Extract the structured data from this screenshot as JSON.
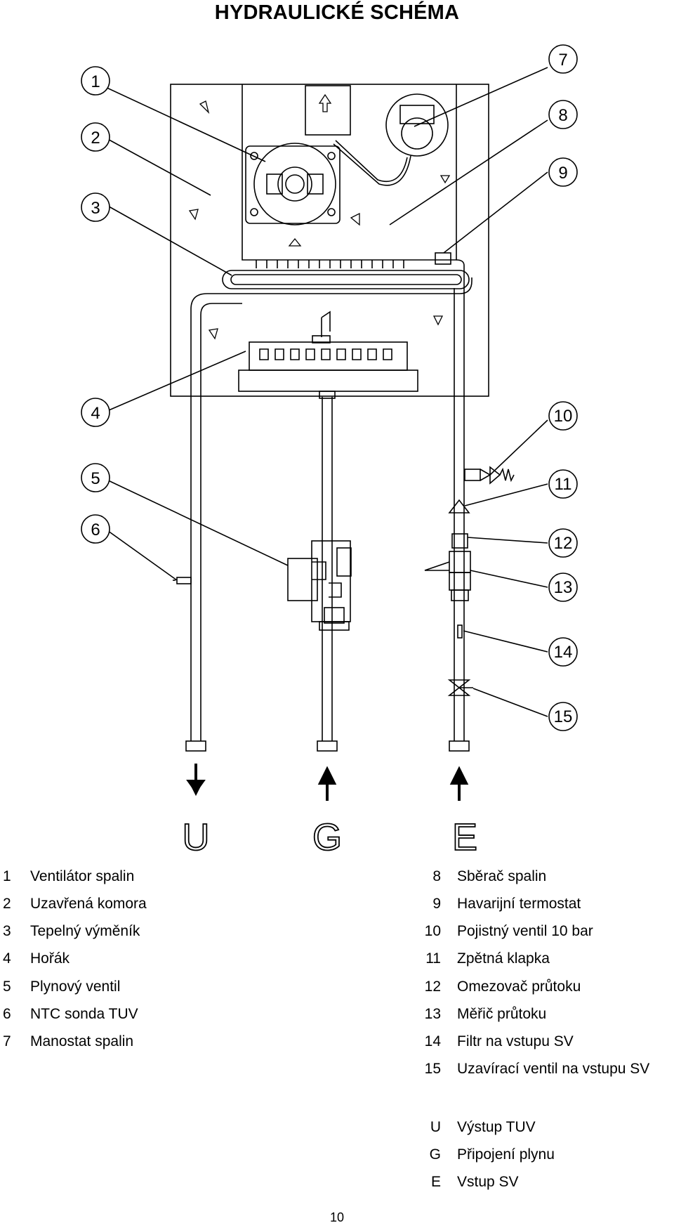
{
  "title": "HYDRAULICKÉ SCHÉMA",
  "callouts": [
    "1",
    "2",
    "3",
    "4",
    "5",
    "6",
    "7",
    "8",
    "9",
    "10",
    "11",
    "12",
    "13",
    "14",
    "15"
  ],
  "connections": [
    "U",
    "G",
    "E"
  ],
  "legend_left": [
    {
      "num": "1",
      "text": "Ventilátor spalin"
    },
    {
      "num": "2",
      "text": "Uzavřená komora"
    },
    {
      "num": "3",
      "text": "Tepelný výměník"
    },
    {
      "num": "4",
      "text": "Hořák"
    },
    {
      "num": "5",
      "text": "Plynový ventil"
    },
    {
      "num": "6",
      "text": "NTC sonda TUV"
    },
    {
      "num": "7",
      "text": "Manostat spalin"
    }
  ],
  "legend_right": [
    {
      "num": "8",
      "text": "Sběrač spalin"
    },
    {
      "num": "9",
      "text": "Havarijní termostat"
    },
    {
      "num": "10",
      "text": "Pojistný ventil 10 bar"
    },
    {
      "num": "11",
      "text": "Zpětná klapka"
    },
    {
      "num": "12",
      "text": "Omezovač průtoku"
    },
    {
      "num": "13",
      "text": "Měřič průtoku"
    },
    {
      "num": "14",
      "text": "Filtr na vstupu SV"
    },
    {
      "num": "15",
      "text": "Uzavírací ventil na vstupu SV"
    }
  ],
  "legend_connections": [
    {
      "num": "U",
      "text": "Výstup TUV"
    },
    {
      "num": "G",
      "text": "Připojení plynu"
    },
    {
      "num": "E",
      "text": "Vstup SV"
    }
  ],
  "page_number": "10"
}
